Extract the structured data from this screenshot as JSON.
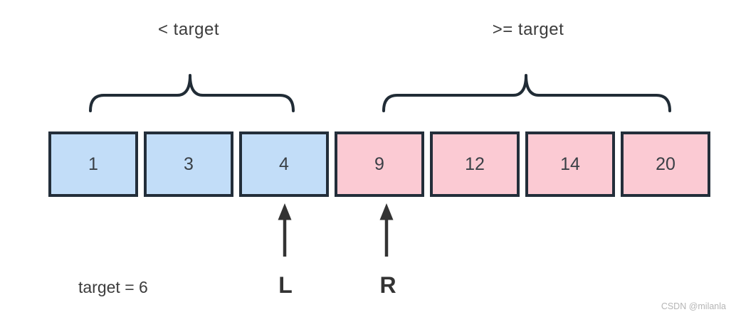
{
  "diagram": {
    "left_partition_label": "< target",
    "right_partition_label": ">= target",
    "target_text": "target = 6",
    "left_pointer_label": "L",
    "right_pointer_label": "R",
    "watermark": "CSDN @milanla",
    "boxes": [
      {
        "value": "1",
        "group": "less"
      },
      {
        "value": "3",
        "group": "less"
      },
      {
        "value": "4",
        "group": "less"
      },
      {
        "value": "9",
        "group": "gte"
      },
      {
        "value": "12",
        "group": "gte"
      },
      {
        "value": "14",
        "group": "gte"
      },
      {
        "value": "20",
        "group": "gte"
      }
    ],
    "colors": {
      "less_fill": "#c2ddf8",
      "gte_fill": "#fbcad3",
      "box_border": "#232e3a",
      "box_text": "#3a4046",
      "brace": "#212c36",
      "arrow": "#333333",
      "label_text": "#3c3c3c",
      "watermark": "#b5b5b5"
    }
  }
}
